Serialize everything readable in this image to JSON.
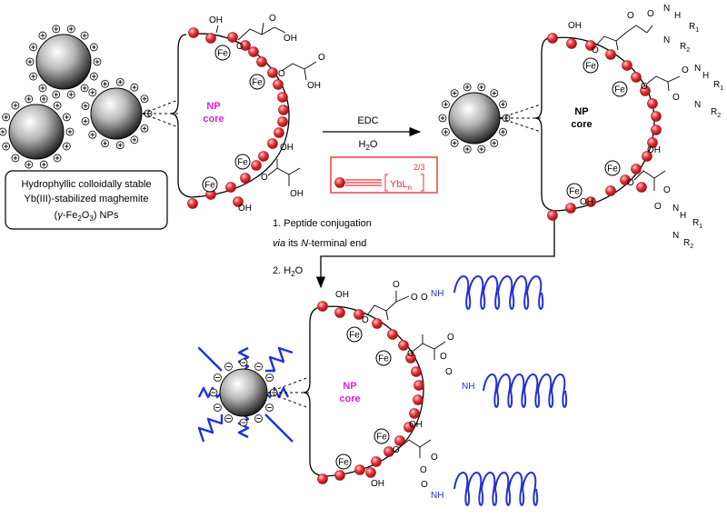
{
  "caption": {
    "line1": "Hydrophyllic colloidally stable",
    "line2": "Yb(III)-stabilized maghemite",
    "line3_pre": "(",
    "line3_gamma": "γ",
    "line3_formula": "-Fe",
    "line3_sub1": "2",
    "line3_o": "O",
    "line3_sub2": "3",
    "line3_post": ") NPs"
  },
  "core_label": {
    "np": "NP",
    "core": "core"
  },
  "fe_label": "Fe",
  "groups": {
    "oh": "OH",
    "o": "O",
    "n": "N",
    "nh": "H",
    "r1": "R",
    "r2": "R",
    "one": "1",
    "two": "2"
  },
  "step1": {
    "reagent": "EDC",
    "solvent": "H",
    "solvent_sub": "2",
    "solvent_post": "O"
  },
  "legend": {
    "ligand": "YbL",
    "ligand_sub": "n",
    "charge": "2/3"
  },
  "step2": {
    "line1": "1. Peptide conjugation",
    "line2_italic": "via",
    "line2_rest": " its ",
    "line2_italic2": "N",
    "line2_end": "-terminal end",
    "water_pre": "2. H",
    "water_sub": "2",
    "water_post": "O"
  },
  "colors": {
    "red": "#e8323a",
    "blue": "#2330d8",
    "magenta": "#e020d8"
  }
}
